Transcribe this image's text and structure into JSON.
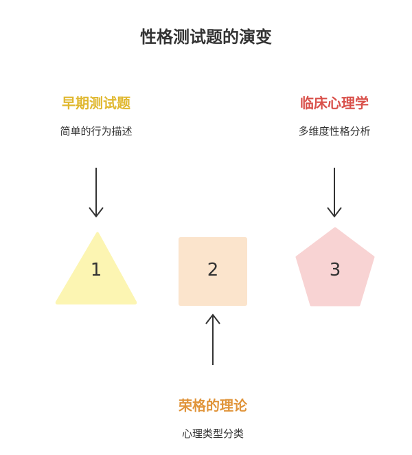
{
  "title": "性格测试题的演变",
  "colors": {
    "yellow_text": "#e0b830",
    "yellow_fill": "#fcf5b2",
    "orange_text": "#e0943a",
    "orange_fill": "#fbe4cc",
    "red_text": "#d9504a",
    "red_fill": "#f8d3d3",
    "arrow": "#333333"
  },
  "stages": [
    {
      "heading": "早期测试题",
      "description": "简单的行为描述",
      "number": "1",
      "shape": "triangle"
    },
    {
      "heading": "荣格的理论",
      "description": "心理类型分类",
      "number": "2",
      "shape": "square"
    },
    {
      "heading": "临床心理学",
      "description": "多维度性格分析",
      "number": "3",
      "shape": "pentagon"
    }
  ]
}
